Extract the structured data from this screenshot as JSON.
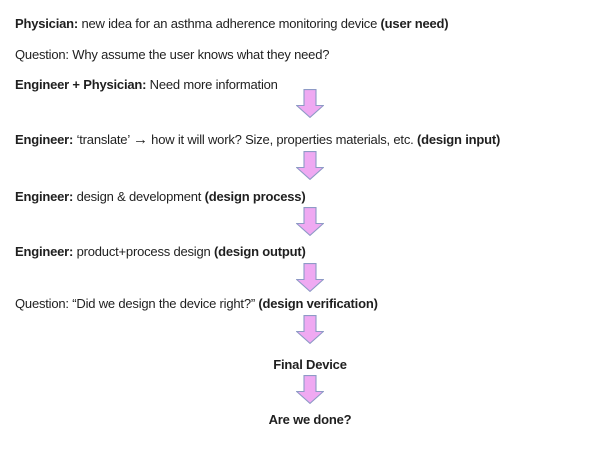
{
  "page": {
    "background": "#ffffff",
    "text_color": "#1f1f1f"
  },
  "arrow_style": {
    "name": "down-arrow",
    "fill": "#EFA9F2",
    "stroke": "#8E9AC6"
  },
  "rows": [
    {
      "type": "text",
      "name": "line-physician-user-need",
      "align": "left",
      "segments": [
        {
          "text": "Physician:",
          "bold": true
        },
        {
          "text": " new idea for an asthma adherence monitoring device ",
          "bold": false
        },
        {
          "text": "(user need)",
          "bold": true
        }
      ]
    },
    {
      "type": "text",
      "name": "line-question-user-knows",
      "align": "left",
      "segments": [
        {
          "text": "Question: Why assume the user knows what they need?",
          "bold": false
        }
      ]
    },
    {
      "type": "text",
      "name": "line-engineer-physician-info",
      "align": "left",
      "segments": [
        {
          "text": "Engineer + Physician:",
          "bold": true
        },
        {
          "text": " Need more information",
          "bold": false
        }
      ]
    },
    {
      "type": "arrow",
      "name": "arrow-1"
    },
    {
      "type": "text",
      "name": "line-engineer-translate-design-input",
      "align": "left",
      "segments": [
        {
          "text": "Engineer:",
          "bold": true
        },
        {
          "text": " ‘translate’ ",
          "bold": false
        },
        {
          "text": "→",
          "bold": true,
          "glyph": "right-arrow"
        },
        {
          "text": " how it will work? Size, properties materials, etc. ",
          "bold": false
        },
        {
          "text": "(design input)",
          "bold": true
        }
      ]
    },
    {
      "type": "arrow",
      "name": "arrow-2"
    },
    {
      "type": "text",
      "name": "line-engineer-design-development-process",
      "align": "left",
      "segments": [
        {
          "text": "Engineer:",
          "bold": true
        },
        {
          "text": " design & development ",
          "bold": false
        },
        {
          "text": "(design process)",
          "bold": true
        }
      ]
    },
    {
      "type": "arrow",
      "name": "arrow-3"
    },
    {
      "type": "text",
      "name": "line-engineer-product-process-design-output",
      "align": "left",
      "segments": [
        {
          "text": "Engineer:",
          "bold": true
        },
        {
          "text": " product+process design ",
          "bold": false
        },
        {
          "text": "(design output)",
          "bold": true
        }
      ]
    },
    {
      "type": "arrow",
      "name": "arrow-4"
    },
    {
      "type": "text",
      "name": "line-question-design-verification",
      "align": "left",
      "segments": [
        {
          "text": "Question: “Did we design the device right?” ",
          "bold": false
        },
        {
          "text": "(design verification)",
          "bold": true
        }
      ]
    },
    {
      "type": "arrow",
      "name": "arrow-5"
    },
    {
      "type": "text",
      "name": "label-final-device",
      "align": "center",
      "segments": [
        {
          "text": "Final Device",
          "bold": true
        }
      ]
    },
    {
      "type": "arrow",
      "name": "arrow-6"
    },
    {
      "type": "text",
      "name": "label-are-we-done",
      "align": "center",
      "segments": [
        {
          "text": "Are we done?",
          "bold": true
        }
      ]
    }
  ]
}
